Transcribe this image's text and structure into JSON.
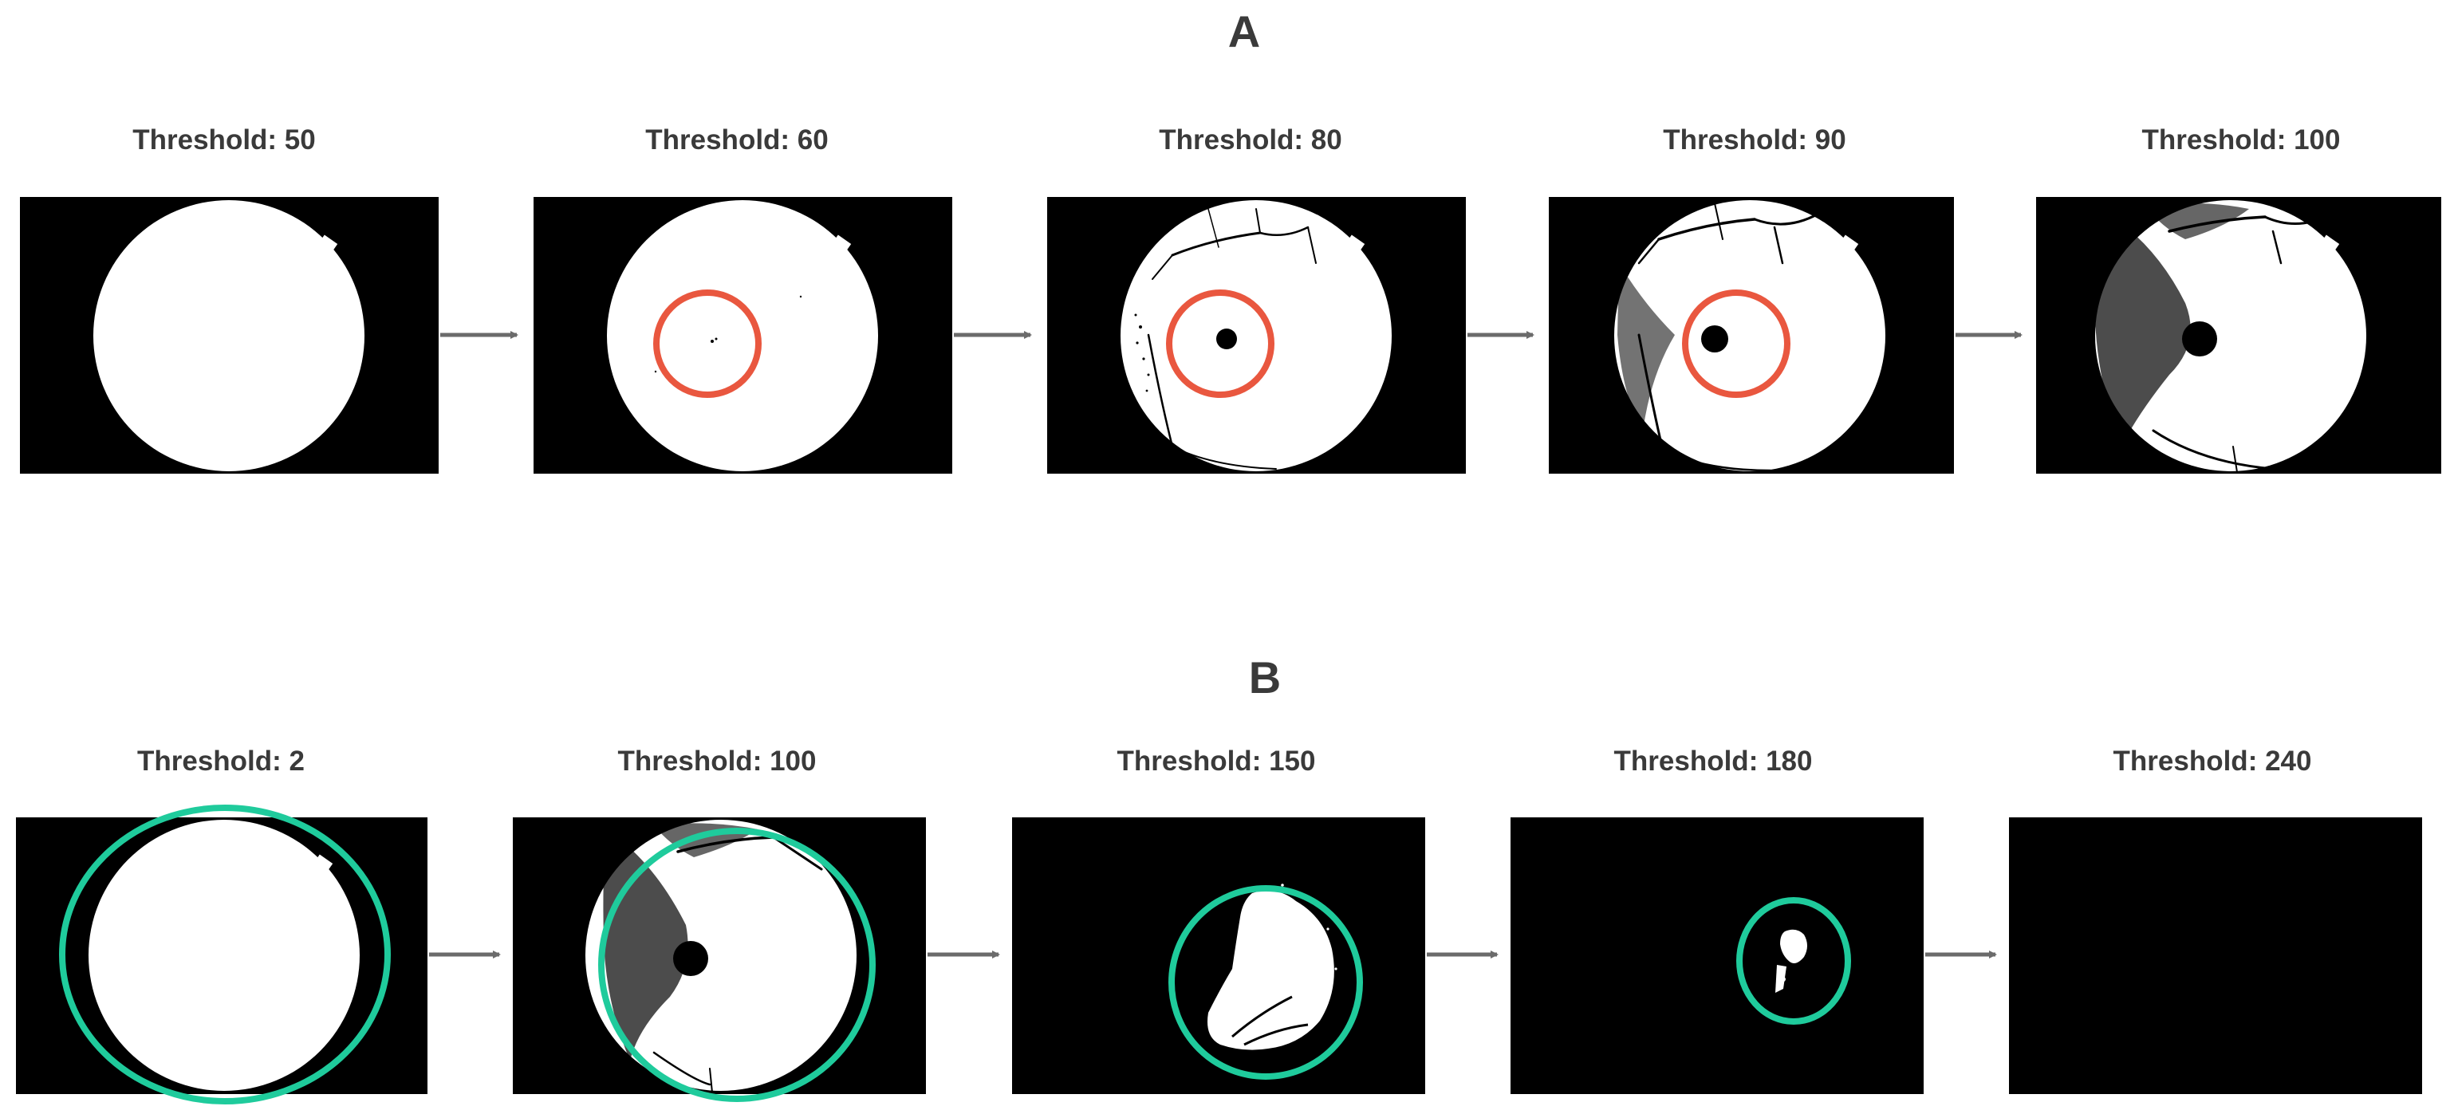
{
  "figure": {
    "row_a": {
      "label": "A",
      "panels": [
        {
          "title": "Threshold: 50"
        },
        {
          "title": "Threshold: 60"
        },
        {
          "title": "Threshold: 80"
        },
        {
          "title": "Threshold: 90"
        },
        {
          "title": "Threshold: 100"
        }
      ]
    },
    "row_b": {
      "label": "B",
      "panels": [
        {
          "title": "Threshold: 2"
        },
        {
          "title": "Threshold: 100"
        },
        {
          "title": "Threshold: 150"
        },
        {
          "title": "Threshold: 180"
        },
        {
          "title": "Threshold: 240"
        }
      ]
    }
  },
  "colors": {
    "background": "#ffffff",
    "panel_background": "#000000",
    "foreground_mask": "#ffffff",
    "highlight_row_a": "#e9573f",
    "highlight_row_b": "#1fcb9c",
    "arrow": "#6b6b6b",
    "text": "#3a3a3a"
  }
}
